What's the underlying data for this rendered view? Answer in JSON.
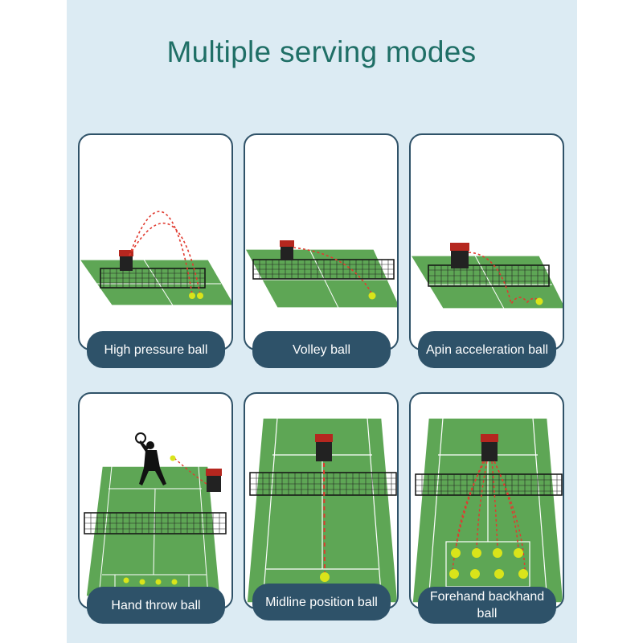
{
  "header": {
    "title": "Multiple serving modes"
  },
  "modes": [
    {
      "label": "High pressure ball"
    },
    {
      "label": "Volley ball"
    },
    {
      "label": "Apin acceleration ball"
    },
    {
      "label": "Hand throw ball"
    },
    {
      "label": "Midline position ball"
    },
    {
      "label": "Forehand backhand ball"
    }
  ],
  "colors": {
    "title": "#1f6f66",
    "label_bg": "#2e5269",
    "card_border": "#2f5268",
    "court": "#5ea655",
    "court_dark": "#3f8a3e",
    "trajectory": "#e03a2f",
    "ball": "#d9e41a"
  }
}
